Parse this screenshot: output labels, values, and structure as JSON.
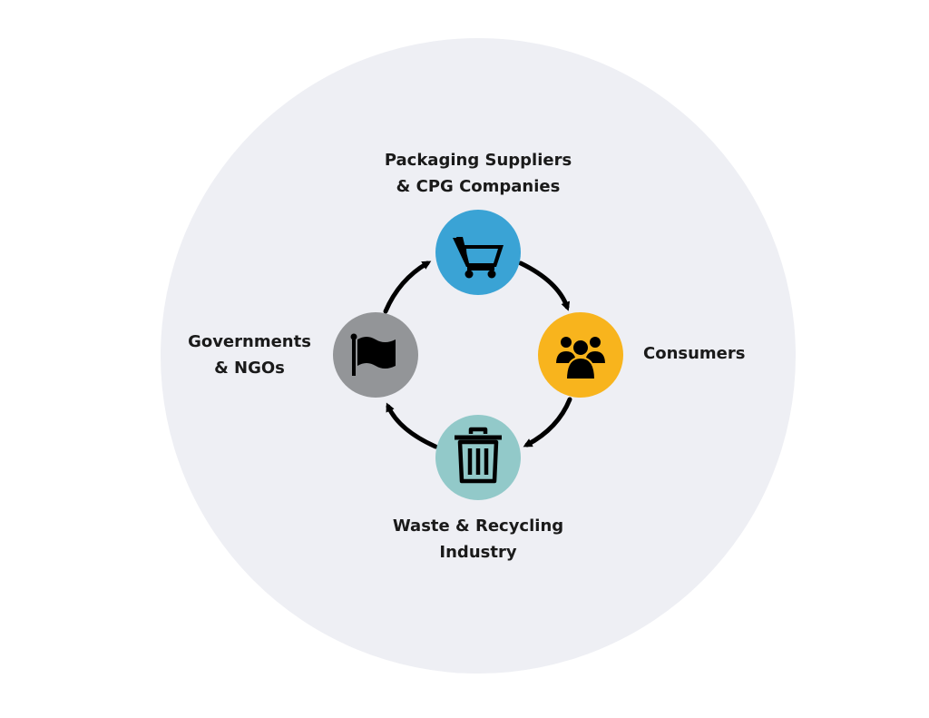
{
  "colors": {
    "background_circle": "#eeeff4",
    "suppliers": "#3aa3d5",
    "consumers": "#f8b41d",
    "waste": "#92c9c9",
    "governments": "#939598",
    "arrow": "#000000",
    "icon": "#000000",
    "text": "#1a1a1a"
  },
  "nodes": [
    {
      "id": "suppliers",
      "lines": [
        "Packaging Suppliers",
        "& CPG Companies"
      ],
      "icon": "shopping-cart-icon"
    },
    {
      "id": "consumers",
      "lines": [
        "Consumers"
      ],
      "icon": "people-group-icon"
    },
    {
      "id": "waste",
      "lines": [
        "Waste & Recycling",
        "Industry"
      ],
      "icon": "trash-bin-icon"
    },
    {
      "id": "governments",
      "lines": [
        "Governments",
        "& NGOs"
      ],
      "icon": "flag-icon"
    }
  ],
  "flow": "clockwise"
}
